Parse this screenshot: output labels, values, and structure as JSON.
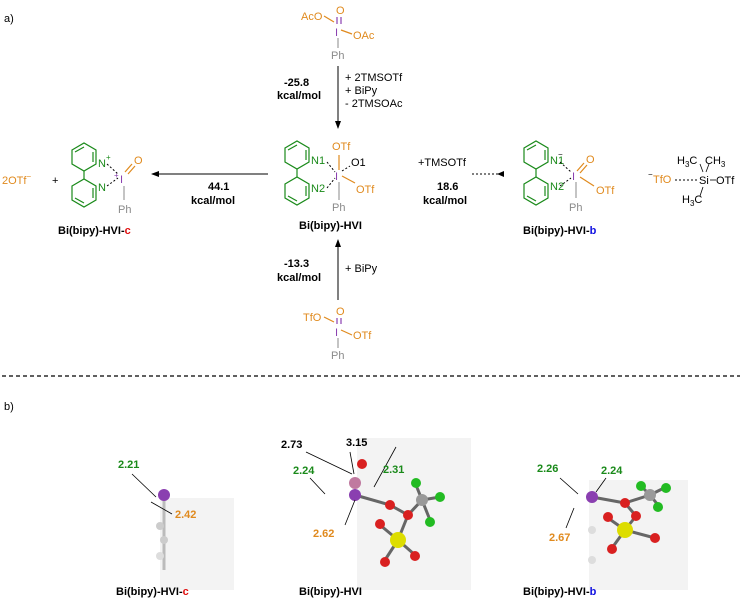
{
  "panel_a": {
    "label": "a)",
    "top_reagent": {
      "oac1": "AcO",
      "o": "O",
      "oac2": "OAc",
      "i": "I",
      "ph": "Ph"
    },
    "top_arrow": {
      "energy": "-25.8",
      "unit": "kcal/mol",
      "conditions": [
        "+ 2TMSOTf",
        "+ BiPy",
        "- 2TMSOAc"
      ]
    },
    "center": {
      "name": "Bi(bipy)-HVI",
      "otf_top": "OTf",
      "o1": "O1",
      "otf_right": "OTf",
      "n1": "N1",
      "n2": "N2",
      "i": "I",
      "ph": "Ph"
    },
    "left_arrow": {
      "energy": "44.1",
      "unit": "kcal/mol"
    },
    "left_product": {
      "name_prefix": "Bi(bipy)-HVI-",
      "name_suffix": "c",
      "counterion": "2OTf",
      "counterion_charge": "−",
      "plus": "+",
      "n_plus": "N",
      "plus_sign": "+",
      "o": "O",
      "i": "I",
      "i_charge": "+",
      "ph": "Ph"
    },
    "right_arrow": {
      "reagent": "+TMSOTf",
      "energy": "18.6",
      "unit": "kcal/mol"
    },
    "right_product": {
      "name_prefix": "Bi(bipy)-HVI-",
      "name_suffix": "b",
      "o": "O",
      "otf": "OTf",
      "i": "I",
      "ph": "Ph",
      "charge": "−"
    },
    "tms_complex": {
      "tfo": "TfO",
      "charge": "−",
      "si": "Si",
      "otf": "OTf",
      "h3c_top": "H",
      "ch3": "CH",
      "h3c_bot": "H",
      "c": "C",
      "sub3": "3"
    },
    "bottom_arrow": {
      "energy": "-13.3",
      "unit": "kcal/mol",
      "reagent": "+ BiPy"
    },
    "bottom_reagent": {
      "tfo": "TfO",
      "o": "O",
      "otf": "OTf",
      "i": "I",
      "ph": "Ph"
    }
  },
  "panel_b": {
    "label": "b)",
    "structures": [
      {
        "name_prefix": "Bi(bipy)-HVI-",
        "name_suffix": "c",
        "distances": [
          {
            "value": "2.21",
            "color": "green"
          },
          {
            "value": "2.42",
            "color": "orange"
          }
        ]
      },
      {
        "name_prefix": "Bi(bipy)-HVI",
        "name_suffix": "",
        "distances": [
          {
            "value": "2.73",
            "color": "black"
          },
          {
            "value": "3.15",
            "color": "black"
          },
          {
            "value": "2.24",
            "color": "green"
          },
          {
            "value": "2.31",
            "color": "green"
          },
          {
            "value": "2.62",
            "color": "orange"
          }
        ]
      },
      {
        "name_prefix": "Bi(bipy)-HVI-",
        "name_suffix": "b",
        "distances": [
          {
            "value": "2.26",
            "color": "green"
          },
          {
            "value": "2.24",
            "color": "green"
          },
          {
            "value": "2.67",
            "color": "orange"
          }
        ]
      }
    ]
  },
  "colors": {
    "orange": "#e08a1e",
    "purple": "#8a3fb0",
    "green": "#1a8a1a",
    "grey": "#8a8a8a",
    "red_suffix": "#e01010",
    "blue_suffix": "#1010e0"
  }
}
